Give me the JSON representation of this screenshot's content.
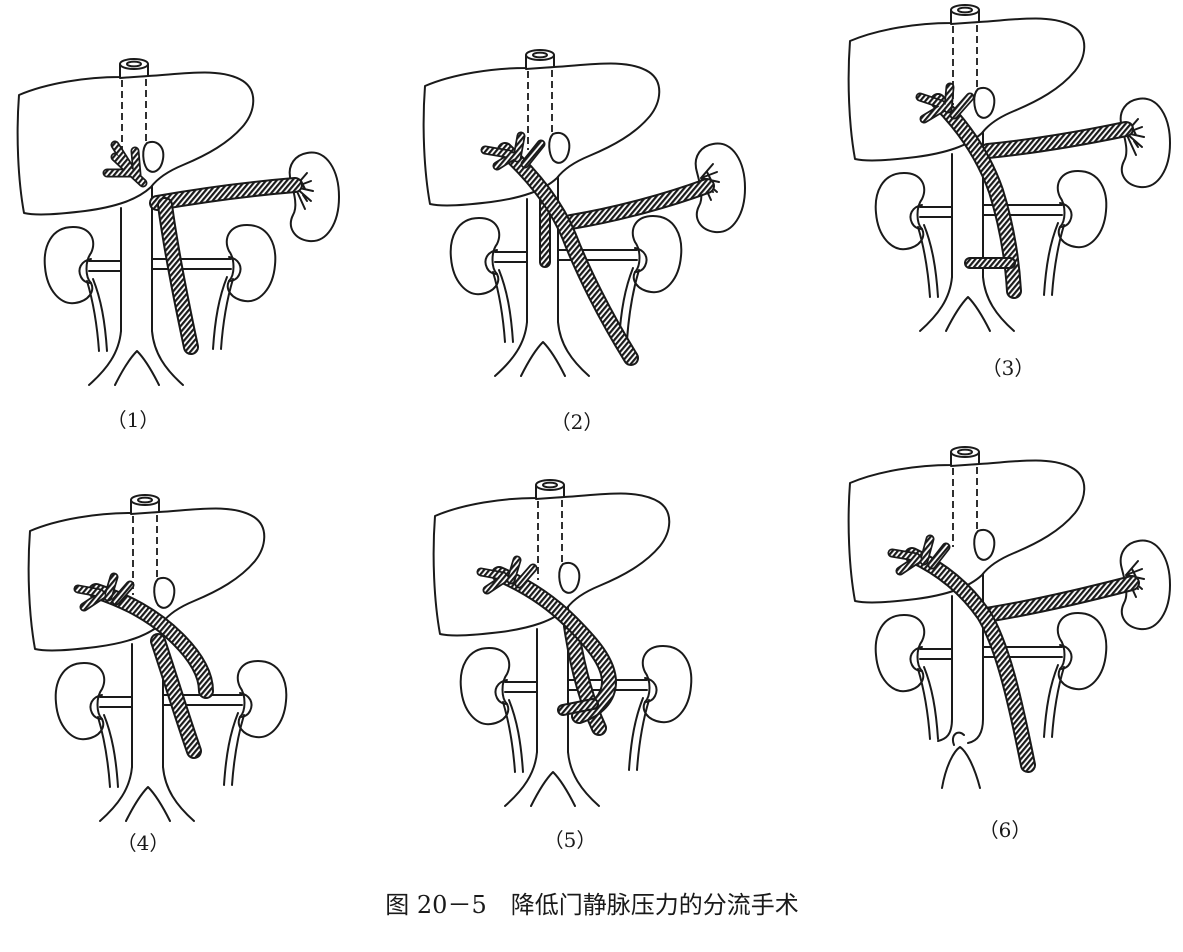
{
  "figure": {
    "panel_labels": [
      "（1）",
      "（2）",
      "（3）",
      "（4）",
      "（5）",
      "（6）"
    ],
    "caption": "图 20－5　降低门静脉压力的分流手术"
  }
}
